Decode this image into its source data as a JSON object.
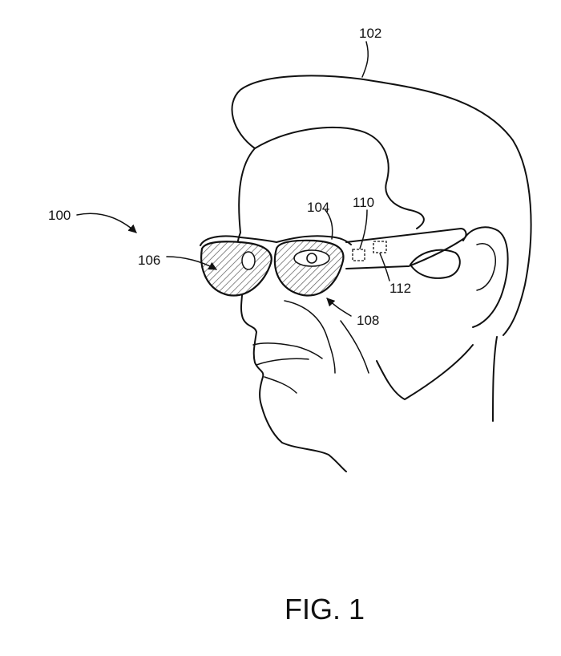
{
  "labels": {
    "head": "102",
    "device": "100",
    "frame": "104",
    "left_lens": "106",
    "right_lens": "108",
    "component_a": "110",
    "component_b": "112"
  },
  "caption": "FIG. 1"
}
